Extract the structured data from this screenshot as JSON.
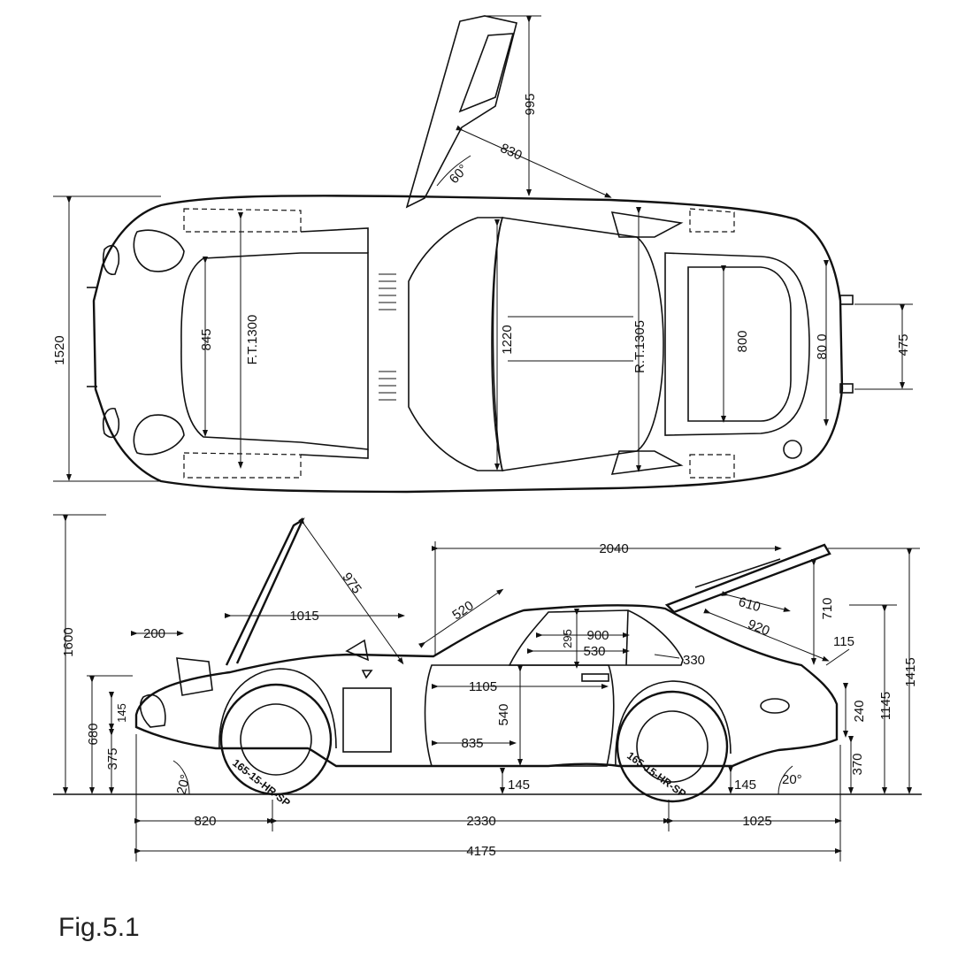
{
  "figure": {
    "caption": "Fig.5.1"
  },
  "top_view": {
    "dimensions": {
      "overall_width": "1520",
      "front_track": "F.T.1300",
      "front_hood_width": "845",
      "cabin_width": "1220",
      "rear_track": "R.T.1305",
      "rear_window_width": "800",
      "rear_deck_width": "80 0",
      "exhaust_spacing": "475",
      "door_open_height": "995",
      "door_reach": "830",
      "door_angle": "60°"
    }
  },
  "side_view": {
    "dimensions": {
      "overall_height_hood_open": "1600",
      "hatch_open_height": "1415",
      "hatch_span": "2040",
      "hood_length": "975",
      "hood_opening": "1015",
      "front_overhang_offset": "200",
      "windshield": "520",
      "side_window": "900",
      "quarter_window": "530",
      "window_height": "295",
      "rear_glass": "330",
      "door_top_width": "1105",
      "door_height": "540",
      "door_bottom_width": "835",
      "hatch_depth": "610",
      "hatch_length": "920",
      "hatch_vertical": "710",
      "rear_height": "1145",
      "rear_lamp": "115",
      "bumper_height": "240",
      "rear_floor_height": "370",
      "front_bumper": "145",
      "front_height": "680",
      "front_floor_height": "375",
      "ground_clearance": "145",
      "rear_clearance": "145",
      "approach_angle": "20°",
      "departure_angle": "20°",
      "front_overhang": "820",
      "wheelbase": "2330",
      "rear_overhang": "1025",
      "overall_length": "4175",
      "front_tire": "165-15-HR-SP",
      "rear_tire": "165-15-HR-SP"
    }
  }
}
